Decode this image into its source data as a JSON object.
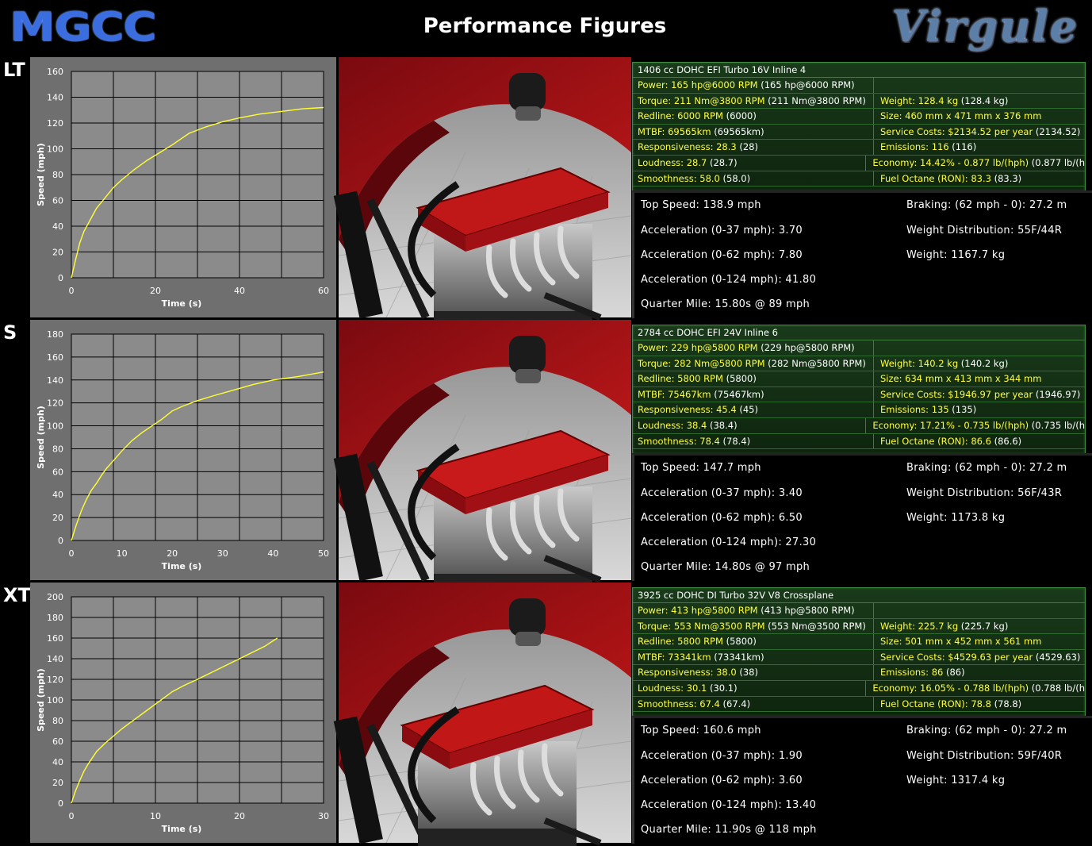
{
  "header": {
    "logo_left": "MGCC",
    "title": "Performance Figures",
    "logo_right": "Virgule"
  },
  "colors": {
    "curve": "#ffff33",
    "panel_green": "#1a3a1a",
    "label_yellow": "#ffff3a"
  },
  "sections": [
    {
      "label": "LT",
      "engine": {
        "name": "1406 cc DOHC EFI Turbo 16V Inline 4",
        "left": [
          {
            "k": "Power: ",
            "v": "165 hp@6000 RPM",
            "extra": " (165 hp@6000 RPM)"
          },
          {
            "k": "Torque: ",
            "v": "211 Nm@3800 RPM",
            "extra": " (211 Nm@3800 RPM)"
          },
          {
            "k": "Redline: ",
            "v": "6000 RPM",
            "extra": " (6000)"
          },
          {
            "k": "MTBF: ",
            "v": "69565km",
            "extra": " (69565km)"
          },
          {
            "k": "Responsiveness: ",
            "v": "28.3",
            "extra": " (28)"
          },
          {
            "k": "Loudness: ",
            "v": "28.7",
            "extra": " (28.7)"
          },
          {
            "k": "Smoothness: ",
            "v": "58.0",
            "extra": " (58.0)"
          }
        ],
        "right": [
          {
            "k": "",
            "v": "",
            "extra": ""
          },
          {
            "k": "Weight: ",
            "v": "128.4 kg",
            "extra": " (128.4 kg)"
          },
          {
            "k": "Size: ",
            "v": "460 mm x 471 mm x 376 mm",
            "extra": ""
          },
          {
            "k": "Service Costs: ",
            "v": "$2134.52 per year",
            "extra": " (2134.52)"
          },
          {
            "k": "Emissions: ",
            "v": "116",
            "extra": " (116)"
          },
          {
            "k": "Economy: ",
            "v": "14.42% - 0.877 lb/(hph)",
            "extra": " (0.877 lb/(h"
          },
          {
            "k": "Fuel Octane (RON): ",
            "v": "83.3",
            "extra": " (83.3)"
          }
        ]
      },
      "perf": {
        "top_speed": "Top Speed: 138.9 mph",
        "acc37": "Acceleration (0-37 mph): 3.70",
        "acc62": "Acceleration (0-62 mph): 7.80",
        "acc124": "Acceleration (0-124 mph): 41.80",
        "quarter": "Quarter Mile: 15.80s @ 89 mph",
        "braking": "Braking: (62 mph - 0): 27.2 m",
        "weight_dist": "Weight Distribution: 55F/44R",
        "weight": "Weight: 1167.7 kg"
      }
    },
    {
      "label": "S",
      "engine": {
        "name": "2784 cc DOHC EFI 24V Inline 6",
        "left": [
          {
            "k": "Power: ",
            "v": "229 hp@5800 RPM",
            "extra": " (229 hp@5800 RPM)"
          },
          {
            "k": "Torque: ",
            "v": "282 Nm@5800 RPM",
            "extra": " (282 Nm@5800 RPM)"
          },
          {
            "k": "Redline: ",
            "v": "5800 RPM",
            "extra": " (5800)"
          },
          {
            "k": "MTBF: ",
            "v": "75467km",
            "extra": " (75467km)"
          },
          {
            "k": "Responsiveness: ",
            "v": "45.4",
            "extra": " (45)"
          },
          {
            "k": "Loudness: ",
            "v": "38.4",
            "extra": " (38.4)"
          },
          {
            "k": "Smoothness: ",
            "v": "78.4",
            "extra": " (78.4)"
          }
        ],
        "right": [
          {
            "k": "",
            "v": "",
            "extra": ""
          },
          {
            "k": "Weight: ",
            "v": "140.2 kg",
            "extra": " (140.2 kg)"
          },
          {
            "k": "Size: ",
            "v": "634 mm x 413 mm x 344 mm",
            "extra": ""
          },
          {
            "k": "Service Costs: ",
            "v": "$1946.97 per year",
            "extra": " (1946.97)"
          },
          {
            "k": "Emissions: ",
            "v": "135",
            "extra": " (135)"
          },
          {
            "k": "Economy: ",
            "v": "17.21% - 0.735 lb/(hph)",
            "extra": " (0.735 lb/(h"
          },
          {
            "k": "Fuel Octane (RON): ",
            "v": "86.6",
            "extra": " (86.6)"
          }
        ]
      },
      "perf": {
        "top_speed": "Top Speed: 147.7 mph",
        "acc37": "Acceleration (0-37 mph): 3.40",
        "acc62": "Acceleration (0-62 mph): 6.50",
        "acc124": "Acceleration (0-124 mph): 27.30",
        "quarter": "Quarter Mile: 14.80s @ 97 mph",
        "braking": "Braking: (62 mph - 0): 27.2 m",
        "weight_dist": "Weight Distribution: 56F/43R",
        "weight": "Weight: 1173.8 kg"
      }
    },
    {
      "label": "XT",
      "engine": {
        "name": "3925 cc DOHC DI Turbo 32V V8 Crossplane",
        "left": [
          {
            "k": "Power: ",
            "v": "413 hp@5800 RPM",
            "extra": " (413 hp@5800 RPM)"
          },
          {
            "k": "Torque: ",
            "v": "553 Nm@3500 RPM",
            "extra": " (553 Nm@3500 RPM)"
          },
          {
            "k": "Redline: ",
            "v": "5800 RPM",
            "extra": " (5800)"
          },
          {
            "k": "MTBF: ",
            "v": "73341km",
            "extra": " (73341km)"
          },
          {
            "k": "Responsiveness: ",
            "v": "38.0",
            "extra": " (38)"
          },
          {
            "k": "Loudness: ",
            "v": "30.1",
            "extra": " (30.1)"
          },
          {
            "k": "Smoothness: ",
            "v": "67.4",
            "extra": " (67.4)"
          }
        ],
        "right": [
          {
            "k": "",
            "v": "",
            "extra": ""
          },
          {
            "k": "Weight: ",
            "v": "225.7 kg",
            "extra": " (225.7 kg)"
          },
          {
            "k": "Size: ",
            "v": "501 mm x 452 mm x 561 mm",
            "extra": ""
          },
          {
            "k": "Service Costs: ",
            "v": "$4529.63 per year",
            "extra": " (4529.63)"
          },
          {
            "k": "Emissions: ",
            "v": "86",
            "extra": " (86)"
          },
          {
            "k": "Economy: ",
            "v": "16.05% - 0.788 lb/(hph)",
            "extra": " (0.788 lb/(h"
          },
          {
            "k": "Fuel Octane (RON): ",
            "v": "78.8",
            "extra": " (78.8)"
          }
        ]
      },
      "perf": {
        "top_speed": "Top Speed: 160.6 mph",
        "acc37": "Acceleration (0-37 mph): 1.90",
        "acc62": "Acceleration (0-62 mph): 3.60",
        "acc124": "Acceleration (0-124 mph): 13.40",
        "quarter": "Quarter Mile: 11.90s @ 118 mph",
        "braking": "Braking: (62 mph - 0): 27.2 m",
        "weight_dist": "Weight Distribution: 59F/40R",
        "weight": "Weight: 1317.4 kg"
      }
    }
  ],
  "chart_data": [
    {
      "type": "line",
      "xlabel": "Time (s)",
      "ylabel": "Speed (mph)",
      "xlim": [
        0,
        60
      ],
      "ylim": [
        0,
        160
      ],
      "xticks": [
        0,
        20,
        40,
        60
      ],
      "yticks": [
        0,
        20,
        40,
        60,
        80,
        100,
        120,
        140,
        160
      ],
      "grid": true,
      "series": [
        {
          "x": [
            0,
            1,
            2,
            3,
            4,
            5,
            6,
            8,
            10,
            12,
            15,
            18,
            21,
            24,
            28,
            32,
            36,
            40,
            45,
            50,
            55,
            60
          ],
          "y": [
            0,
            14,
            27,
            36,
            42,
            48,
            54,
            62,
            70,
            76,
            84,
            91,
            97,
            103,
            112,
            117,
            121,
            124,
            127,
            129,
            131,
            132
          ]
        }
      ]
    },
    {
      "type": "line",
      "xlabel": "Time (s)",
      "ylabel": "Speed (mph)",
      "xlim": [
        0,
        50
      ],
      "ylim": [
        0,
        180
      ],
      "xticks": [
        0,
        10,
        20,
        30,
        40,
        50
      ],
      "yticks": [
        0,
        20,
        40,
        60,
        80,
        100,
        120,
        140,
        160,
        180
      ],
      "grid": true,
      "series": [
        {
          "x": [
            0,
            1,
            2,
            3,
            4,
            5,
            6,
            7,
            8,
            10,
            12,
            14,
            16,
            18,
            20,
            22,
            25,
            28,
            32,
            36,
            40,
            45,
            50
          ],
          "y": [
            0,
            14,
            26,
            36,
            44,
            50,
            57,
            63,
            68,
            78,
            87,
            94,
            100,
            106,
            113,
            117,
            122,
            126,
            131,
            136,
            140,
            143,
            147
          ]
        }
      ]
    },
    {
      "type": "line",
      "xlabel": "Time (s)",
      "ylabel": "Speed (mph)",
      "xlim": [
        0,
        30
      ],
      "ylim": [
        0,
        200
      ],
      "xticks": [
        0,
        10,
        20,
        30
      ],
      "yticks": [
        0,
        20,
        40,
        60,
        80,
        100,
        120,
        140,
        160,
        180,
        200
      ],
      "grid": true,
      "series": [
        {
          "x": [
            0,
            0.5,
            1,
            1.5,
            2,
            2.5,
            3,
            4,
            5,
            6,
            7,
            8,
            9,
            10,
            11,
            12,
            13.4,
            15,
            17,
            19,
            21,
            23,
            24.5
          ],
          "y": [
            0,
            12,
            22,
            31,
            38,
            44,
            50,
            58,
            65,
            72,
            78,
            84,
            90,
            96,
            102,
            108,
            114,
            120,
            128,
            136,
            144,
            152,
            160
          ]
        }
      ]
    }
  ]
}
